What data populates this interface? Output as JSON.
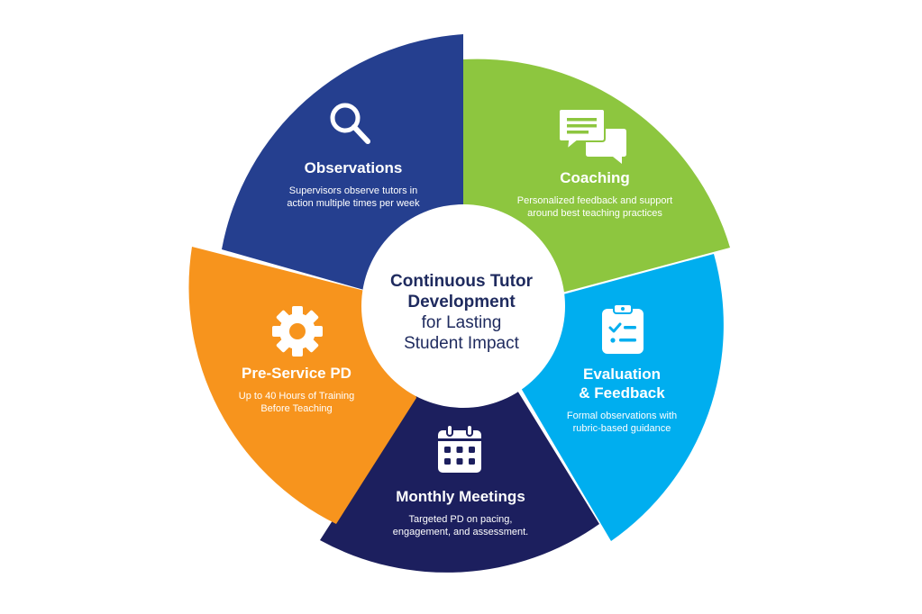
{
  "center": {
    "line1": "Continuous Tutor",
    "line2": "Development",
    "line3": "for Lasting",
    "line4": "Student Impact"
  },
  "segments": [
    {
      "id": "observations",
      "title": "Observations",
      "desc_line1": "Supervisors observe tutors in",
      "desc_line2": "action multiple times per week",
      "icon": "magnifier-icon",
      "color": "#253f8f"
    },
    {
      "id": "coaching",
      "title": "Coaching",
      "desc_line1": "Personalized feedback and support",
      "desc_line2": "around best teaching practices",
      "icon": "chat-bubbles-icon",
      "color": "#8dc63f"
    },
    {
      "id": "evaluation",
      "title_line1": "Evaluation",
      "title_line2": "& Feedback",
      "desc_line1": "Formal observations with",
      "desc_line2": "rubric-based guidance",
      "icon": "clipboard-checklist-icon",
      "color": "#00aeef"
    },
    {
      "id": "monthly-meetings",
      "title": "Monthly Meetings",
      "desc_line1": "Targeted PD on pacing,",
      "desc_line2": "engagement, and assessment.",
      "icon": "calendar-icon",
      "color": "#1c1f5e"
    },
    {
      "id": "pre-service-pd",
      "title": "Pre-Service PD",
      "desc_line1": "Up to 40 Hours of Training",
      "desc_line2": "Before Teaching",
      "icon": "gear-icon",
      "color": "#f7941d"
    }
  ]
}
